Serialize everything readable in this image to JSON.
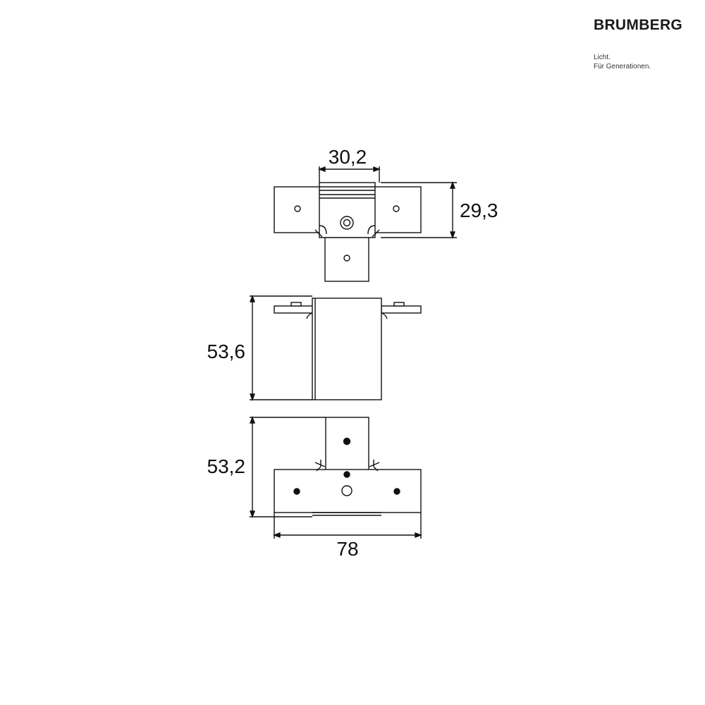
{
  "brand": {
    "name": "BRUMBERG",
    "tagline_line1": "Licht.",
    "tagline_line2": "Für Generationen."
  },
  "dimensions": {
    "top_width": "30,2",
    "top_depth": "29,3",
    "side_height": "53,6",
    "front_height": "53,2",
    "overall_width": "78"
  },
  "colors": {
    "line": "#111111",
    "background": "#ffffff"
  }
}
